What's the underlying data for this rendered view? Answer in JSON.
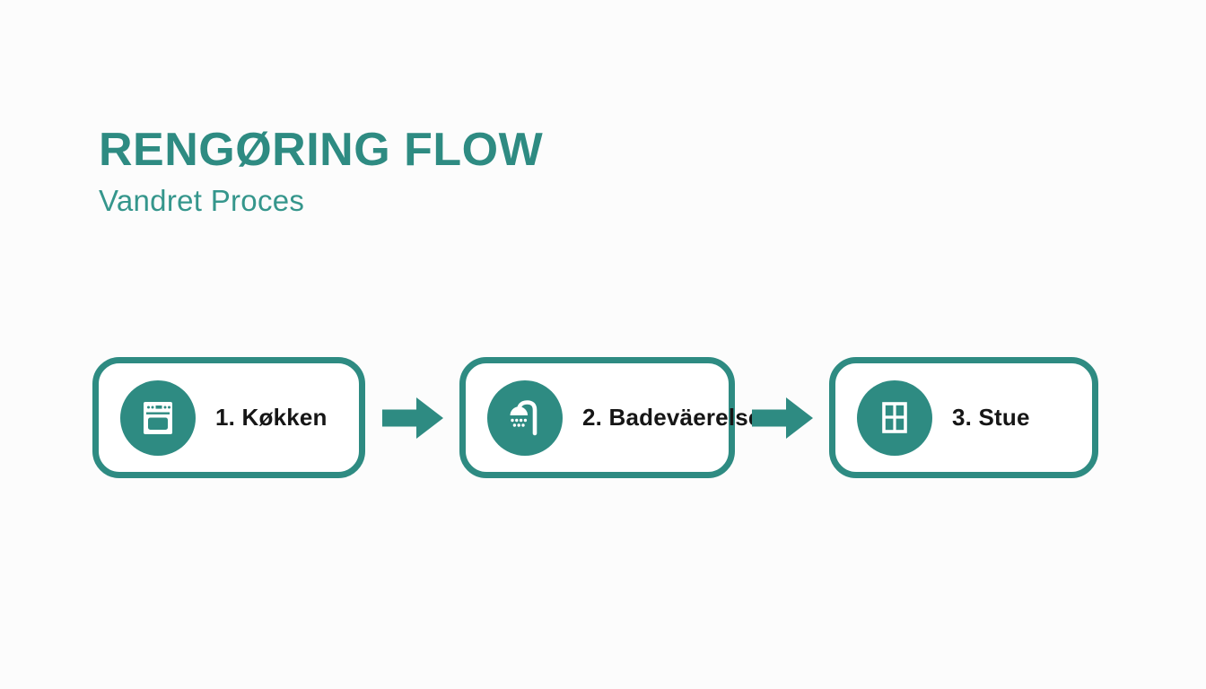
{
  "colors": {
    "accent": "#2E8B82",
    "subtitle": "#35968C",
    "label": "#161616",
    "background": "#fcfcfc",
    "box_fill": "#ffffff"
  },
  "header": {
    "title": "RENGØRING FLOW",
    "subtitle": "Vandret Proces"
  },
  "flow": {
    "steps": [
      {
        "label": "1. Køkken",
        "icon": "oven-icon"
      },
      {
        "label": "2. Badeväerelse",
        "icon": "shower-icon"
      },
      {
        "label": "3. Stue",
        "icon": "window-icon"
      }
    ]
  }
}
